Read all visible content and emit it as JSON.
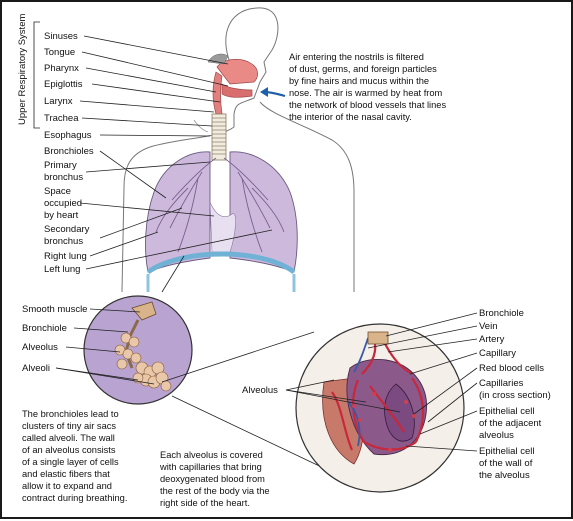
{
  "upper_respiratory": {
    "group_label": "Upper Respiratory System",
    "items": [
      "Sinuses",
      "Tongue",
      "Pharynx",
      "Epiglottis",
      "Larynx",
      "Trachea"
    ]
  },
  "lower_labels": [
    "Esophagus",
    "Bronchioles",
    "Primary",
    "bronchus",
    "Space",
    "occupied",
    "by heart",
    "Secondary",
    "bronchus",
    "Right lung",
    "Left lung"
  ],
  "nose_note": [
    "Air entering the nostrils is filtered",
    "of dust, germs, and foreign particles",
    "by fine hairs and mucus within the",
    "nose. The air is warmed by heat from",
    "the network of blood vessels that lines",
    "the interior of the nasal cavity."
  ],
  "inset_left_labels": [
    "Smooth muscle",
    "Bronchiole",
    "Alveolus",
    "Alveoli"
  ],
  "bronchioles_note": [
    "The bronchioles lead to",
    "clusters of tiny air sacs",
    "called alveoli. The wall",
    "of an alveolus consists",
    "of a single layer of cells",
    "and elastic fibers that",
    "allow it to expand and",
    "contract during breathing."
  ],
  "alveolus_note": [
    "Each alveolus is covered",
    "with capillaries that bring",
    "deoxygenated blood from",
    "the rest of the body via the",
    "right side of the heart."
  ],
  "inset_right_labels": {
    "left": "Alveolus",
    "right": [
      "Bronchiole",
      "Vein",
      "Artery",
      "Capillary",
      "Red blood cells",
      "Capillaries",
      "(in cross section)",
      "Epithelial cell",
      "of the adjacent",
      "alveolus",
      "Epithelial cell",
      "of the wall of",
      "the alveolus"
    ]
  },
  "colors": {
    "lung": "#c9b6d9",
    "inset_left_bg": "#b7a0cf",
    "nasal": "#e07a7a",
    "diaphragm": "#7fb8d8",
    "artery": "#c8283c",
    "arrow": "#1f5fa8"
  }
}
